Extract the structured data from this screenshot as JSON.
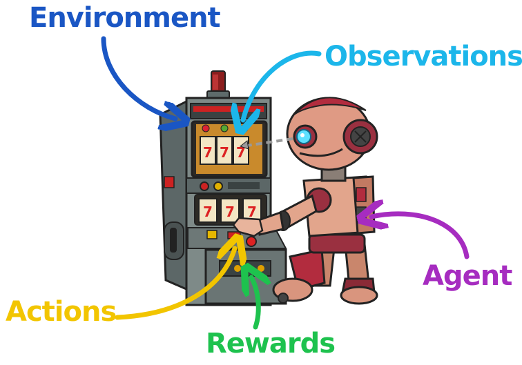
{
  "labels": {
    "environment": "Environment",
    "observations": "Observations",
    "agent": "Agent",
    "actions": "Actions",
    "rewards": "Rewards"
  },
  "colors": {
    "environment": "#1a56c4",
    "observations": "#1cb6ea",
    "agent": "#a62cc0",
    "actions": "#f2c500",
    "rewards": "#1ec24e"
  },
  "slot_symbols": [
    "7",
    "7",
    "7",
    "7",
    "7",
    "7"
  ],
  "icons": [
    "slot-machine-illustration",
    "robot-illustration"
  ]
}
